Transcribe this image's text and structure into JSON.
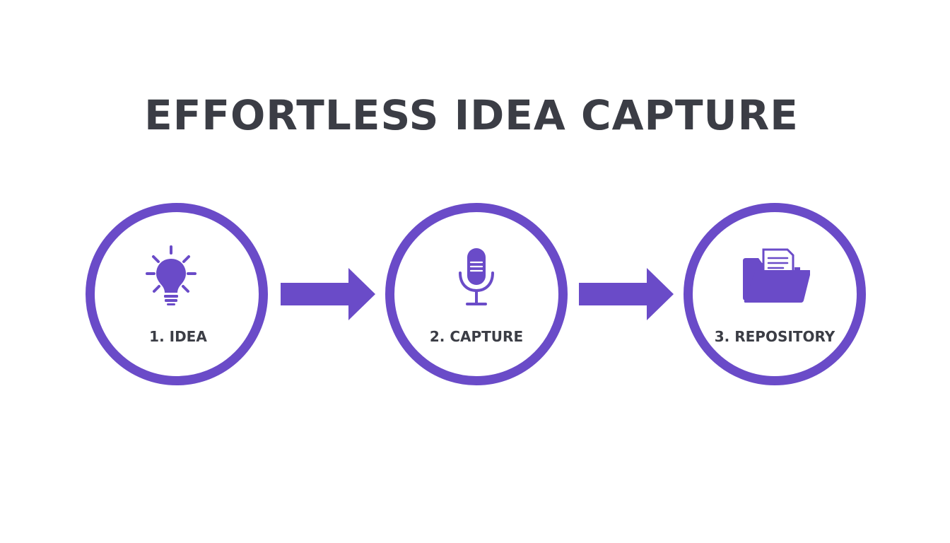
{
  "title": "EFFORTLESS IDEA CAPTURE",
  "accent_color": "#6a4bc8",
  "text_color": "#3b3d45",
  "steps": [
    {
      "label": "1. IDEA",
      "icon": "lightbulb-icon"
    },
    {
      "label": "2. CAPTURE",
      "icon": "microphone-icon"
    },
    {
      "label": "3. REPOSITORY",
      "icon": "folder-icon"
    }
  ]
}
